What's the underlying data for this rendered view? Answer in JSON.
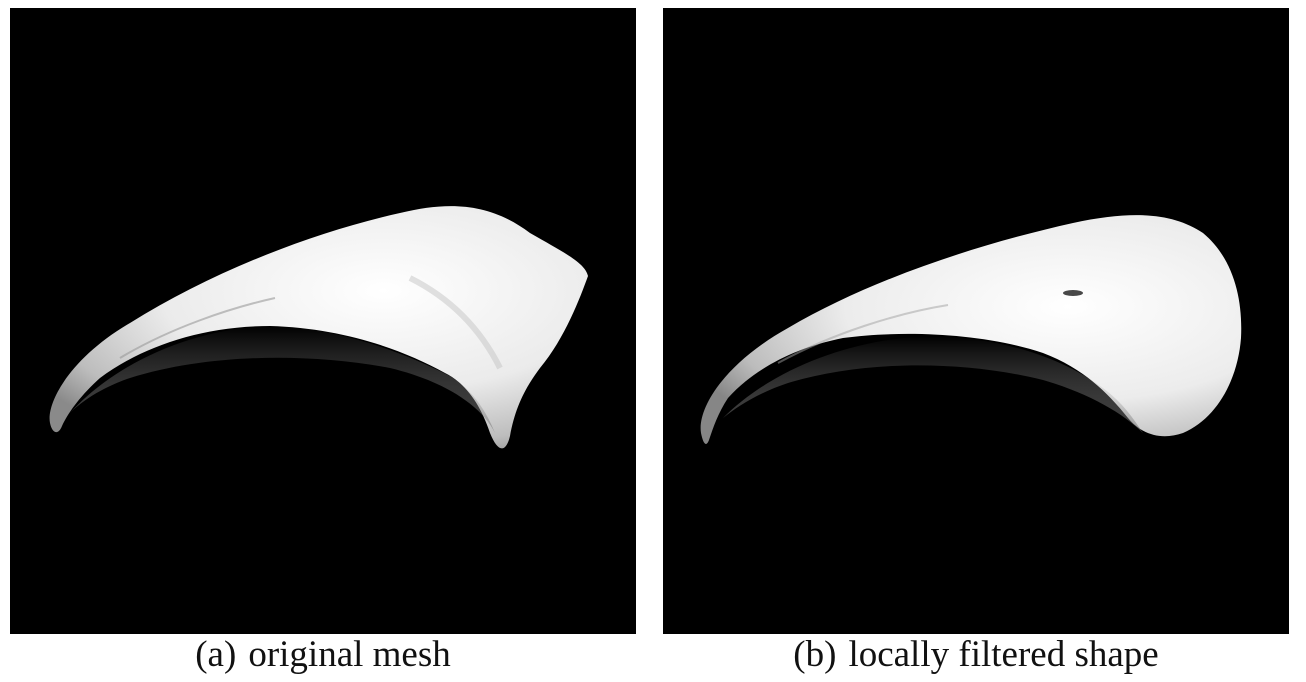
{
  "panels": [
    {
      "tag": "(a)",
      "label": "original mesh"
    },
    {
      "tag": "(b)",
      "label": "locally filtered shape"
    }
  ],
  "colors": {
    "background": "#000000",
    "surface": "#f2f2f2",
    "caption_text": "#111111"
  }
}
